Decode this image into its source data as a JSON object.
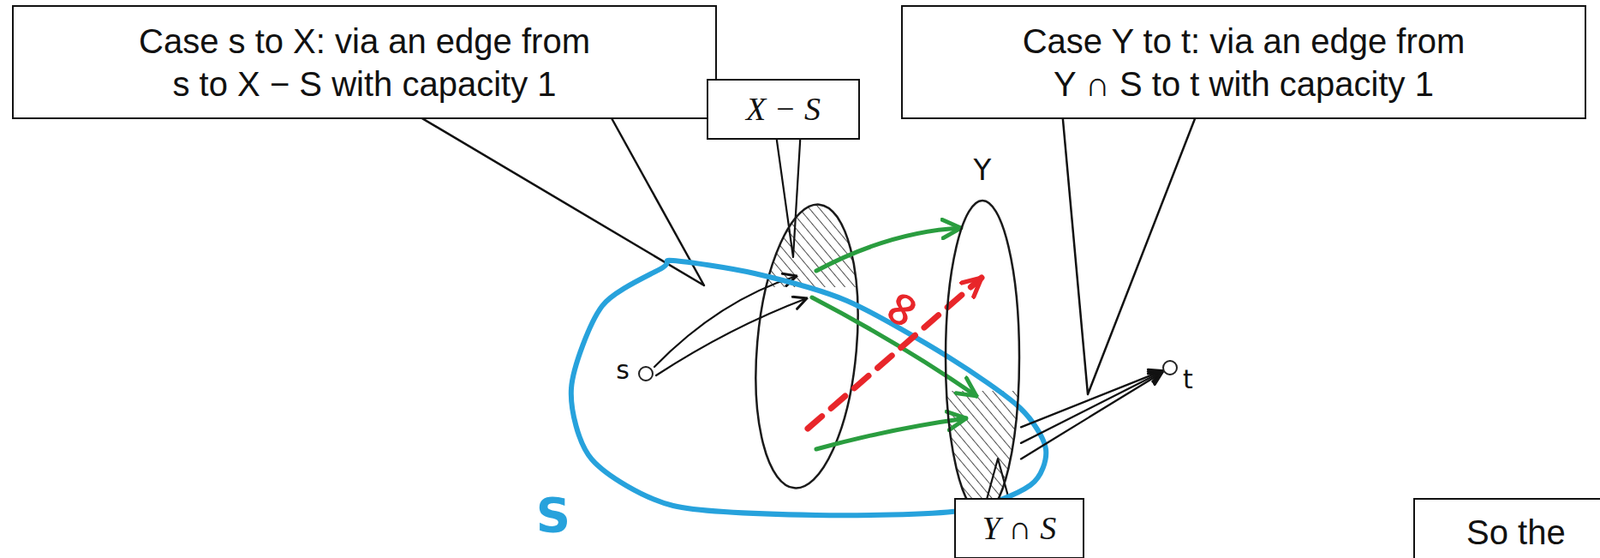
{
  "diagram": {
    "nodes": [
      {
        "text": [
          "Case s to X: via an edge from s to X − S with capacity 1"
        ]
      },
      {
        "text": [
          "Case Y to t: via an edge from Y ∩ S to t with capacity 1"
        ]
      },
      {
        "text": [
          "X − S"
        ]
      },
      {
        "text": [
          "s"
        ]
      },
      {
        "text": [
          "Y"
        ]
      },
      {
        "text": [
          "t"
        ]
      },
      {
        "text": [
          "Y ∩ S"
        ]
      },
      {
        "text": [
          "So the"
        ]
      }
    ],
    "edges": [
      {
        "from": 4,
        "to": 5,
        "arrow": "to"
      },
      {
        "from": 4,
        "to": 5,
        "arrow": "to"
      },
      {
        "from": 4,
        "to": 5,
        "arrow": "to"
      }
    ],
    "labels": [
      "S",
      "∞"
    ]
  }
}
